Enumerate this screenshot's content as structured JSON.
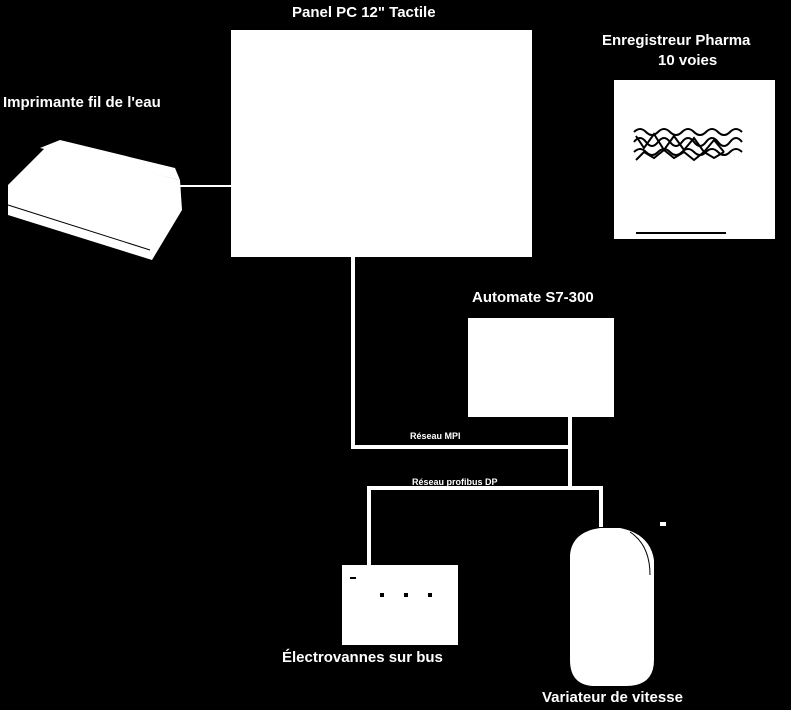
{
  "panel_pc": {
    "label": "Panel PC 12\" Tactile"
  },
  "recorder": {
    "label_line1": "Enregistreur Pharma",
    "label_line2": "10 voies"
  },
  "printer": {
    "label": "Imprimante fil de l'eau"
  },
  "plc": {
    "label": "Automate S7-300"
  },
  "networks": {
    "mpi": "Réseau MPI",
    "profibus": "Réseau profibus DP"
  },
  "valves": {
    "label": "Électrovannes sur bus"
  },
  "drive": {
    "label": "Variateur de vitesse"
  },
  "colors": {
    "background": "#000000",
    "foreground": "#ffffff"
  }
}
